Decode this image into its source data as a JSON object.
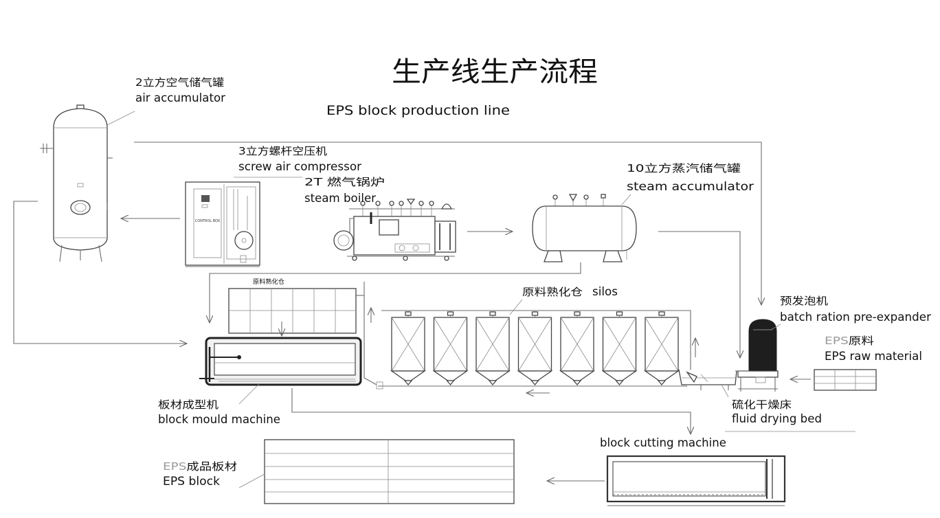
{
  "title": "生产线生产流程",
  "subtitle": "EPS block production line",
  "equipment": {
    "air_accumulator": {
      "cn": "2立方空气储气罐",
      "en": "air accumulator"
    },
    "screw_air_compressor": {
      "cn": "3立方螺杆空压机",
      "en": "screw air compressor",
      "panel_label": "CONTROL BOX"
    },
    "steam_boiler": {
      "cn": "2T 燃气锅炉",
      "en": "steam boiler"
    },
    "steam_accumulator": {
      "cn": "10立方蒸汽储气罐",
      "en": "steam accumulator"
    },
    "premature_bin": {
      "cn": "原料熟化仓"
    },
    "silos": {
      "cn": "原料熟化仓",
      "en": "silos"
    },
    "pre_expander": {
      "cn": "预发泡机",
      "en": "batch ration pre-expander"
    },
    "raw_material": {
      "cn_prefix": "EPS",
      "cn": "原料",
      "en": "EPS raw material"
    },
    "fluid_drying_bed": {
      "cn": "硫化干燥床",
      "en": "fluid drying bed"
    },
    "block_mould_machine": {
      "cn": "板材成型机",
      "en": "block mould machine"
    },
    "block_cutting_machine": {
      "en": "block cutting machine"
    },
    "eps_block": {
      "cn_prefix": "EPS",
      "cn": "成品板材",
      "en": "EPS block"
    }
  }
}
